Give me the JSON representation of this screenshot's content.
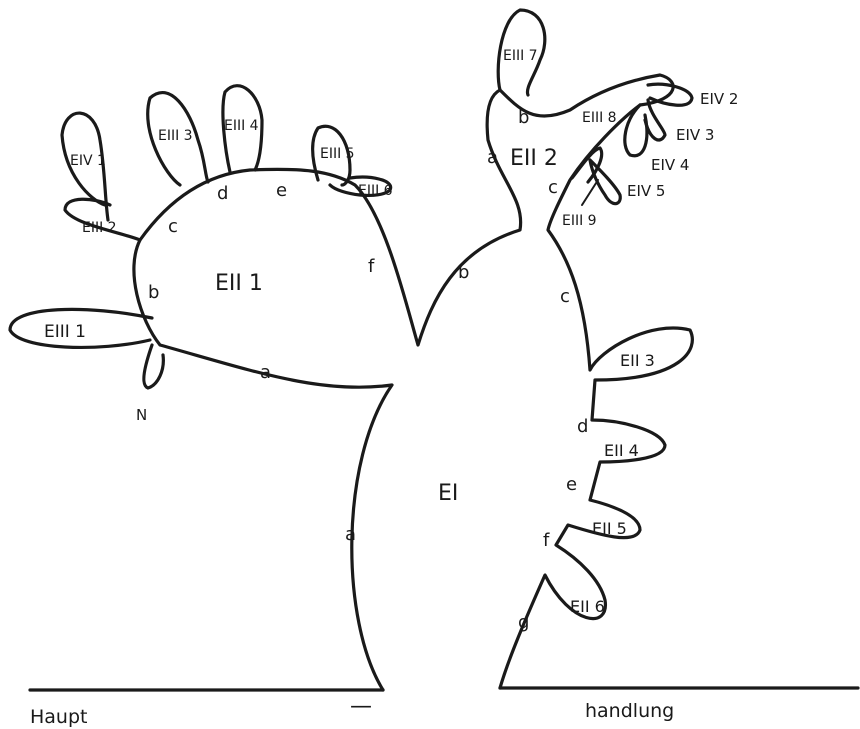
{
  "trunk": {
    "label": "EI",
    "left_segment": "a",
    "right_segments": [
      "c",
      "d",
      "e",
      "f",
      "g"
    ]
  },
  "branch_left": {
    "label": "EII 1",
    "segments": [
      "a",
      "b",
      "c",
      "d",
      "e",
      "f"
    ],
    "sub_lobes": [
      "EIII 1",
      "EIII 2",
      "EIII 3",
      "EIII 4",
      "EIII 5",
      "EIII 6",
      "EIV 1"
    ],
    "marker": "N"
  },
  "branch_right": {
    "label": "EII 2",
    "segments": [
      "a",
      "b",
      "c"
    ],
    "sub_lobes": [
      "EIII 7",
      "EIII 8",
      "EIII 9",
      "EIV 2",
      "EIV 3",
      "EIV 4",
      "EIV 5"
    ]
  },
  "connector": {
    "segment": "b"
  },
  "right_lobes": [
    "EII 3",
    "EII 4",
    "EII 5",
    "EII 6"
  ],
  "baseline": {
    "left_word": "Haupt",
    "dash": "—",
    "right_word": "handlung"
  }
}
